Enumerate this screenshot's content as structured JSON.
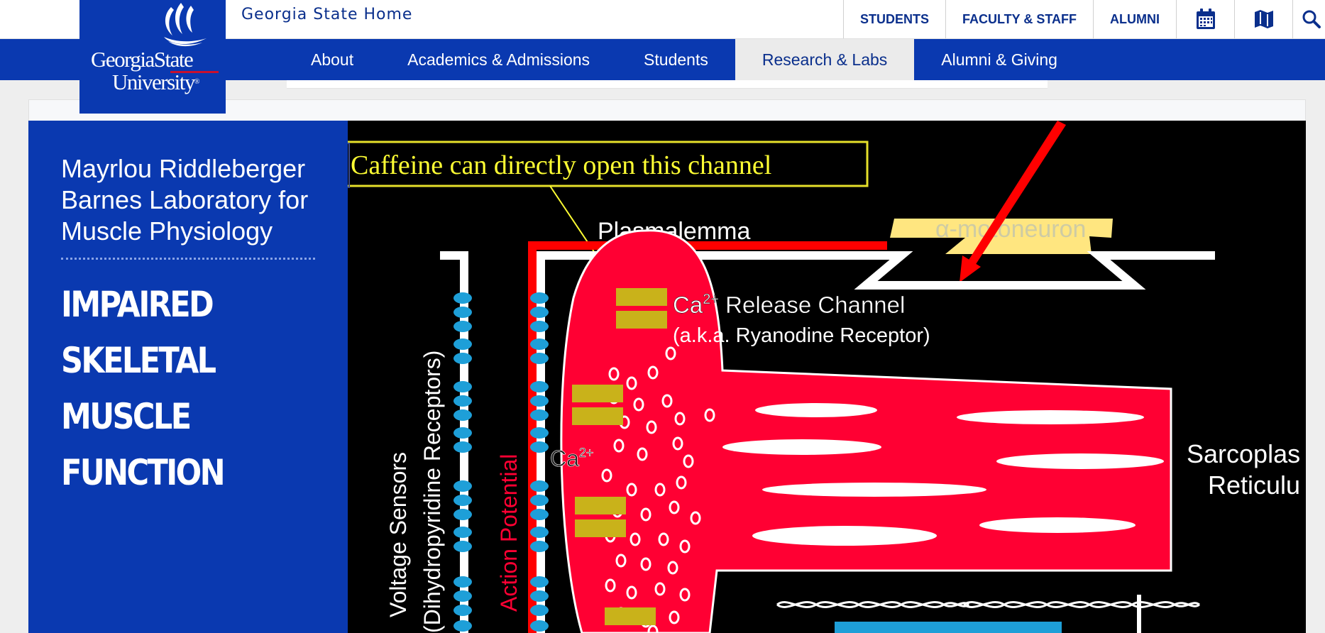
{
  "header": {
    "home_link": "Georgia State Home",
    "utility_links": [
      "STUDENTS",
      "FACULTY & STAFF",
      "ALUMNI"
    ],
    "utility_icons": [
      "calendar-icon",
      "map-icon",
      "search-icon"
    ]
  },
  "logo": {
    "line1": "GeorgiaState",
    "line2": "University",
    "mark": "®"
  },
  "nav": {
    "items": [
      {
        "label": "About",
        "active": false
      },
      {
        "label": "Academics & Admissions",
        "active": false
      },
      {
        "label": "Students",
        "active": false
      },
      {
        "label": "Research & Labs",
        "active": true
      },
      {
        "label": "Alumni & Giving",
        "active": false
      }
    ]
  },
  "sidebar": {
    "lab_name": "Mayrlou Riddleberger Barnes Laboratory for Muscle Physiology",
    "heading": "Impaired Skeletal Muscle Function"
  },
  "diagram": {
    "callout": "Caffeine can directly open this channel",
    "plasmalemma": "Plasmalemma",
    "motoneuron": "α-motoneuron",
    "release_channel_base": "Ca",
    "release_channel_sup": "2+",
    "release_channel_rest": " Release Channel",
    "release_channel_aka": "(a.k.a. Ryanodine Receptor)",
    "ca_label_base": "Ca",
    "ca_label_sup": "2+",
    "voltage_sensors": "Voltage Sensors",
    "dihydropyridine": "(Dihydropyridine Receptors)",
    "action_potential": "Action Potential",
    "sarcoplasmic_1": "Sarcoplas",
    "sarcoplasmic_2": "Reticulu",
    "colors": {
      "brand_blue": "#0a39b0",
      "membrane_red": "#ff0033",
      "receptor_blue": "#1e9fd8",
      "channel_gold": "#c9b21a",
      "callout_yellow": "#ffff33",
      "neuron_yellow": "#ffe680"
    }
  }
}
